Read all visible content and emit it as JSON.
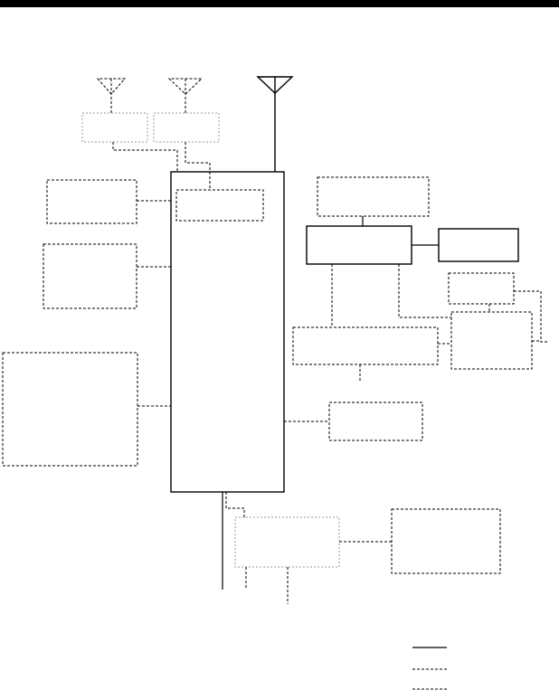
{
  "diagram": {
    "description_visible_text": [],
    "colors": {
      "line": "#000000",
      "dim_line": "#9a9a9a",
      "background": "#ffffff"
    },
    "legend": {
      "entries": [
        {
          "style": "solid"
        },
        {
          "style": "dashed"
        },
        {
          "style": "dashed"
        }
      ]
    }
  }
}
